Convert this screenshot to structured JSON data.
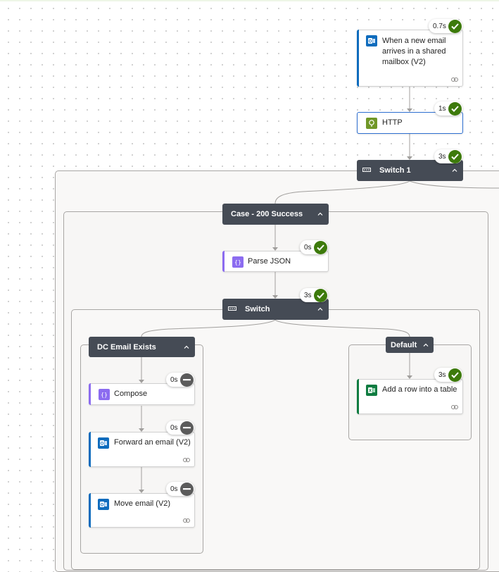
{
  "colors": {
    "success": "#3d7a0b",
    "skipped": "#5b5b5b",
    "header_bg": "#454b55",
    "selected_border": "#2e6fd1",
    "outlook": "#0f6cbd",
    "excel": "#107c41",
    "http": "#709727",
    "data_ops": "#8c6cf0"
  },
  "trigger": {
    "label": "When a new email arrives in a shared mailbox (V2)",
    "duration": "0.7s",
    "status": "success",
    "icon": "outlook-icon"
  },
  "http": {
    "label": "HTTP",
    "duration": "1s",
    "status": "success",
    "icon": "http-globe-icon"
  },
  "switch1": {
    "label": "Switch 1",
    "duration": "3s",
    "status": "success",
    "icon": "switch-icon"
  },
  "case200": {
    "label": "Case - 200 Success"
  },
  "parse_json": {
    "label": "Parse JSON",
    "duration": "0s",
    "status": "success",
    "icon": "data-operation-icon"
  },
  "switch": {
    "label": "Switch",
    "duration": "3s",
    "status": "success",
    "icon": "switch-icon"
  },
  "dc_email_exists": {
    "label": "DC Email Exists"
  },
  "compose": {
    "label": "Compose",
    "duration": "0s",
    "status": "skipped",
    "icon": "data-operation-icon"
  },
  "forward_email": {
    "label": "Forward an email (V2)",
    "duration": "0s",
    "status": "skipped",
    "icon": "outlook-icon"
  },
  "move_email": {
    "label": "Move email (V2)",
    "duration": "0s",
    "status": "skipped",
    "icon": "outlook-icon"
  },
  "default_case": {
    "label": "Default"
  },
  "add_row": {
    "label": "Add a row into a table",
    "duration": "3s",
    "status": "success",
    "icon": "excel-icon"
  }
}
